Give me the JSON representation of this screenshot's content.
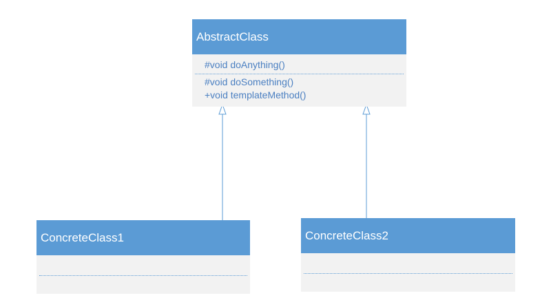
{
  "diagram": {
    "abstract_class": {
      "name": "AbstractClass",
      "attributes": [
        "#void doAnything()"
      ],
      "operations": [
        "#void doSomething()",
        "+void templateMethod()"
      ]
    },
    "concrete_class_1": {
      "name": "ConcreteClass1"
    },
    "concrete_class_2": {
      "name": "ConcreteClass2"
    },
    "colors": {
      "header": "#5b9bd5",
      "body": "#f2f2f2",
      "member_text": "#4a7fc1",
      "connector": "#5b9bd5"
    }
  }
}
